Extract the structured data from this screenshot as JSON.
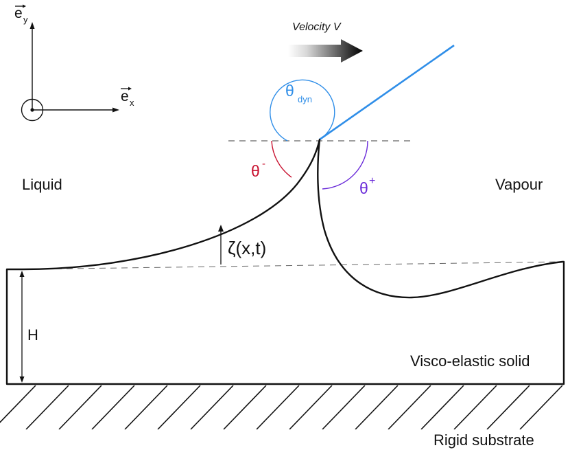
{
  "labels": {
    "liquid": "Liquid",
    "vapour": "Vapour",
    "solid": "Visco-elastic solid",
    "substrate": "Rigid substrate",
    "thickness": "H",
    "deformation": "ζ(x,t)",
    "velocity": "Velocity V",
    "theta_minus_base": "θ",
    "theta_minus_sup": "-",
    "theta_plus_base": "θ",
    "theta_plus_sup": "+",
    "theta_dyn_base": "θ",
    "theta_dyn_sub": "dyn",
    "ex_letter": "e",
    "ex_sub": "x",
    "ey_letter": "e",
    "ey_sub": "y"
  },
  "colors": {
    "ink": "#111111",
    "interface": "#2f8ee8",
    "theta_dyn": "#2f8ee8",
    "theta_minus": "#c8102e",
    "theta_plus": "#6a2bd9",
    "dashed": "#666666"
  },
  "icons": {
    "velocity_arrow": "gradient-right-arrow-icon",
    "axis_out_of_plane": "dot-in-circle-icon"
  }
}
